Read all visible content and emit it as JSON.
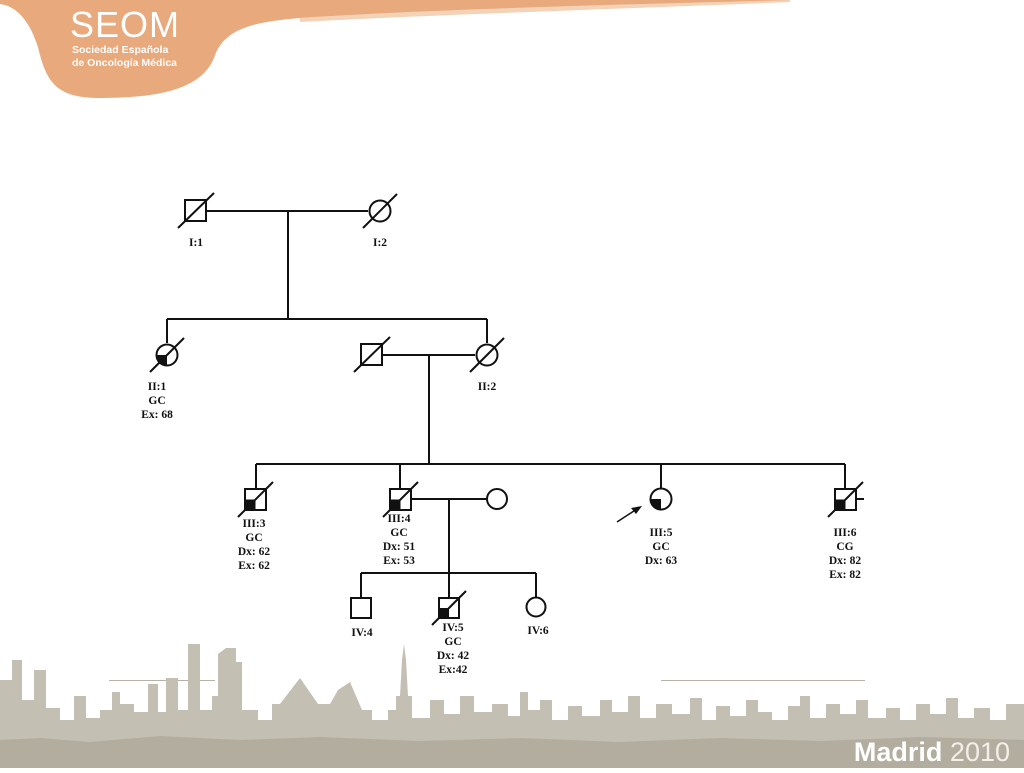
{
  "header": {
    "logo_text": "SEOM",
    "org_line1": "Sociedad Española",
    "org_line2": "de Oncología Médica"
  },
  "pedigree": {
    "individuals": [
      {
        "id": "I:1",
        "lines": [
          "I:1"
        ],
        "sex": "male",
        "deceased": true,
        "affected": false
      },
      {
        "id": "I:2",
        "lines": [
          "I:2"
        ],
        "sex": "female",
        "deceased": true,
        "affected": false
      },
      {
        "id": "II:1",
        "lines": [
          "II:1",
          "GC",
          "Ex: 68"
        ],
        "sex": "female",
        "deceased": true,
        "affected": true
      },
      {
        "id": "II:spouse",
        "lines": [],
        "sex": "male",
        "deceased": true,
        "affected": false
      },
      {
        "id": "II:2",
        "lines": [
          "II:2"
        ],
        "sex": "female",
        "deceased": true,
        "affected": false
      },
      {
        "id": "III:3",
        "lines": [
          "III:3",
          "GC",
          "Dx: 62",
          "Ex: 62"
        ],
        "sex": "male",
        "deceased": true,
        "affected": true
      },
      {
        "id": "III:4",
        "lines": [
          "III:4",
          "GC",
          "Dx: 51",
          "Ex: 53"
        ],
        "sex": "male",
        "deceased": true,
        "affected": true
      },
      {
        "id": "III:4-spouse",
        "lines": [],
        "sex": "female",
        "deceased": false,
        "affected": false
      },
      {
        "id": "III:5",
        "lines": [
          "III:5",
          "GC",
          "Dx: 63"
        ],
        "sex": "female",
        "deceased": false,
        "affected": true,
        "proband": true
      },
      {
        "id": "III:6",
        "lines": [
          "III:6",
          "CG",
          "Dx: 82",
          "Ex: 82"
        ],
        "sex": "male",
        "deceased": true,
        "affected": true
      },
      {
        "id": "IV:4",
        "lines": [
          "IV:4"
        ],
        "sex": "male",
        "deceased": false,
        "affected": false
      },
      {
        "id": "IV:5",
        "lines": [
          "IV:5",
          "GC",
          "Dx: 42",
          "Ex:42"
        ],
        "sex": "male",
        "deceased": true,
        "affected": true
      },
      {
        "id": "IV:6",
        "lines": [
          "IV:6"
        ],
        "sex": "female",
        "deceased": false,
        "affected": false
      }
    ]
  },
  "footer": {
    "city": "Madrid",
    "year": "2010"
  },
  "colors": {
    "banner_orange": "#e8a97c",
    "skyline_gray": "#c4bfb3",
    "line": "#111111"
  }
}
